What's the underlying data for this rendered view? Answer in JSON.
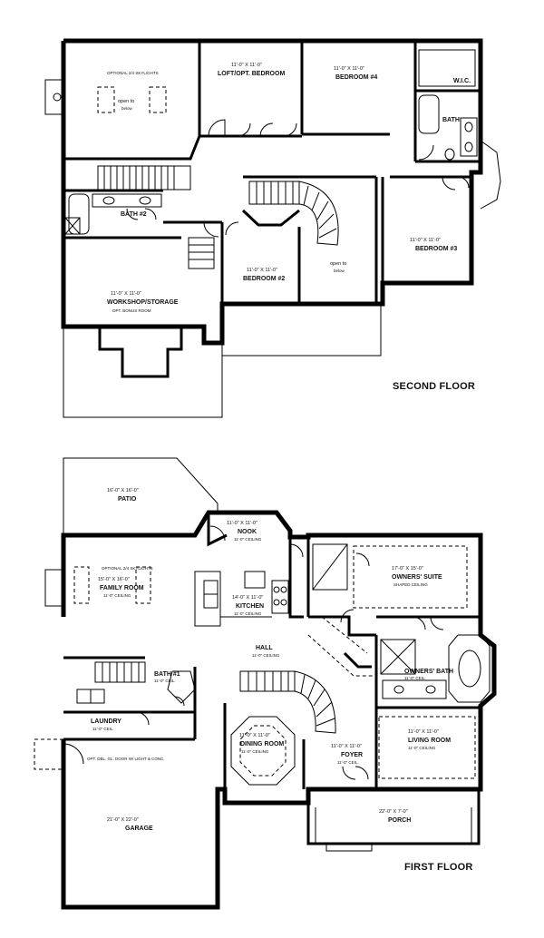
{
  "floors": {
    "second": {
      "title": "SECOND FLOOR",
      "rooms": [
        {
          "id": "optional-skylights",
          "text": "OPTIONAL 2/4 SKYLIGHTS"
        },
        {
          "id": "open-to-below-1",
          "name": "open to",
          "sub": "below"
        },
        {
          "id": "loft",
          "dim": "11'-0\" X 11'-0\"",
          "name": "LOFT/OPT. BEDROOM"
        },
        {
          "id": "bedroom-4",
          "dim": "11'-0\" X 11'-0\"",
          "name": "BEDROOM #4"
        },
        {
          "id": "wic",
          "name": "W.I.C."
        },
        {
          "id": "bath-upper",
          "name": "BATH"
        },
        {
          "id": "bath-2",
          "name": "BATH #2"
        },
        {
          "id": "bedroom-3",
          "dim": "11'-0\" X 11'-0\"",
          "name": "BEDROOM #3"
        },
        {
          "id": "bedroom-2",
          "dim": "11'-0\" X 11'-0\"",
          "name": "BEDROOM #2"
        },
        {
          "id": "open-to-below-2",
          "name": "open to",
          "sub": "below"
        },
        {
          "id": "bonus",
          "dim": "11'-0\" X 11'-0\"",
          "name": "WORKSHOP/STORAGE",
          "sub": "OPT. BONUS ROOM"
        }
      ]
    },
    "first": {
      "title": "FIRST FLOOR",
      "rooms": [
        {
          "id": "patio",
          "dim": "16'-0\" X 16'-0\"",
          "name": "PATIO"
        },
        {
          "id": "nook",
          "dim": "11'-0\" X 11'-0\"",
          "name": "NOOK",
          "sub": "11'-0\" CEILING"
        },
        {
          "id": "family-room",
          "text": "OPTIONAL 2/4 SKYLIGHTS",
          "dim": "15'-0\" X 16'-0\"",
          "name": "FAMILY ROOM",
          "sub": "11'-0\" CEILING"
        },
        {
          "id": "kitchen",
          "dim": "14'-0\" X 11'-0\"",
          "name": "KITCHEN",
          "sub": "11'-0\" CEILING"
        },
        {
          "id": "owners-suite",
          "dim": "17'-0\" X 15'-0\"",
          "name": "OWNERS' SUITE",
          "sub": "SHAPED CEILING"
        },
        {
          "id": "hall",
          "name": "HALL",
          "sub": "11'-0\" CEILING"
        },
        {
          "id": "bath-1",
          "name": "BATH #1",
          "sub": "11'-0\" CEIL."
        },
        {
          "id": "owners-bath",
          "name": "OWNERS' BATH",
          "sub": "11'-0\" CEIL."
        },
        {
          "id": "laundry",
          "name": "LAUNDRY",
          "sub": "11'-0\" CEIL."
        },
        {
          "id": "dining-room",
          "dim": "11'-0\" X 11'-0\"",
          "name": "DINING ROOM",
          "sub": "11'-0\" CEILING"
        },
        {
          "id": "foyer",
          "dim": "11'-0\" X 11'-0\"",
          "name": "FOYER",
          "sub": "11'-0\" CEIL."
        },
        {
          "id": "living-room",
          "dim": "11'-0\" X 11'-0\"",
          "name": "LIVING ROOM",
          "sub": "11'-0\" CEILING"
        },
        {
          "id": "garage",
          "dim": "21'-0\" X 22'-0\"",
          "name": "GARAGE"
        },
        {
          "id": "garage-note",
          "text": "OPT. DBL. GL. DOOR W/ LIGHT & CONC."
        },
        {
          "id": "porch",
          "dim": "22'-0\" X 7'-0\"",
          "name": "PORCH"
        }
      ]
    }
  }
}
